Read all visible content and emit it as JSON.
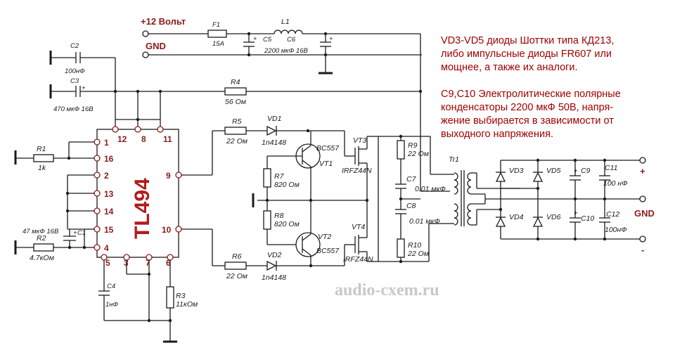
{
  "power": {
    "plus12": "+12 Вольт",
    "gnd": "GND"
  },
  "input_filter": {
    "f1": "F1",
    "f1_val": "15A",
    "l1": "L1",
    "c5": "C5",
    "c6": "C6",
    "c56_val": "2200 мкФ 16В",
    "plus": "+"
  },
  "left_caps": {
    "c2": "C2",
    "c2_val": "100нФ",
    "c3": "C3",
    "c3_val": "470 мкФ 16В",
    "c3_plus": "+"
  },
  "resistors": {
    "r1": "R1",
    "r1_val": "1k",
    "r2": "R2",
    "r2_val": "4.7кОм",
    "r3": "R3",
    "r3_val": "11кОм",
    "r4": "R4",
    "r4_val": "56 Ом",
    "r5": "R5",
    "r5_val": "22 Ом",
    "r6": "R6",
    "r6_val": "22 Ом",
    "r7": "R7",
    "r7_val": "820 Ом",
    "r8": "R8",
    "r8_val": "820 Ом",
    "r9": "R9",
    "r9_val": "22 Ом",
    "r10": "R10",
    "r10_val": "22 Ом"
  },
  "small_caps": {
    "c1": "C1",
    "c1_val": "47 мкФ 16В",
    "c1_plus": "+",
    "c4": "C4",
    "c4_val": "1нФ",
    "c7": "C7",
    "c7_val": "0.01 мкФ",
    "c8": "C8",
    "c8_val": "0.01 мкФ"
  },
  "chip": {
    "name": "TL494",
    "pins_top": [
      "12",
      "8",
      "11"
    ],
    "pins_left": [
      "1",
      "16",
      "2",
      "13",
      "14",
      "15",
      "4"
    ],
    "pins_bottom": [
      "5",
      "3",
      "7",
      "6"
    ],
    "pin9": "9",
    "pin10": "10"
  },
  "diodes": {
    "vd1": "VD1",
    "vd1_val": "1n4148",
    "vd2": "VD2",
    "vd2_val": "1n4148",
    "vd3": "VD3",
    "vd4": "VD4",
    "vd5": "VD5",
    "vd6": "VD6"
  },
  "transistors": {
    "vt1": "VT1",
    "vt1_type": "BC557",
    "vt2": "VT2",
    "vt2_type": "BC557",
    "vt3": "VT3",
    "vt3_type": "IRFZ44N",
    "vt4": "VT4",
    "vt4_type": "IRFZ44N"
  },
  "transformer": {
    "name": "Tr1"
  },
  "output": {
    "c9": "C9",
    "c10": "C10",
    "c11": "C11",
    "c11_val": "100 нФ",
    "c12": "C12",
    "c12_val": "100нФ",
    "plus": "+",
    "gnd": "GND",
    "minus": "-",
    "cap_plus": "+"
  },
  "notes": [
    "VD3-VD5 диоды Шоттки типа КД213,",
    "либо импульсные диоды FR607 или",
    "мощнее, а также их аналоги.",
    "",
    "C9,C10 Электролитические полярные",
    "конденсаторы 2200 мкФ 50В, напря-",
    "жение выбирается в зависимости от",
    "выходного напряжения."
  ],
  "watermark": "audio-cxem.ru"
}
